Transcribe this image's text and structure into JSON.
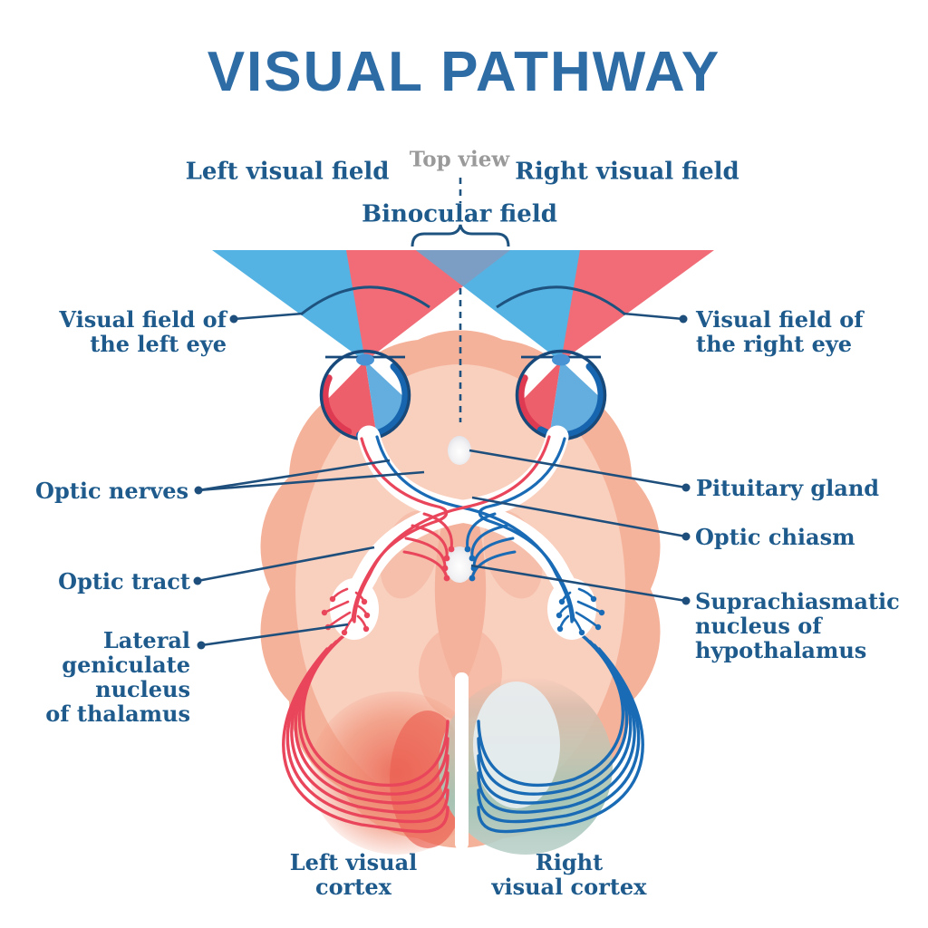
{
  "title": "VISUAL PATHWAY",
  "view_label": "Top view",
  "field_labels": {
    "left": "Left visual field",
    "right": "Right visual field",
    "binocular": "Binocular field"
  },
  "annotations": {
    "visual_field_left_eye": {
      "lines": [
        "Visual field of",
        "the left eye"
      ]
    },
    "visual_field_right_eye": {
      "lines": [
        "Visual field of",
        "the right eye"
      ]
    },
    "optic_nerves": "Optic nerves",
    "pituitary_gland": "Pituitary gland",
    "optic_chiasm": "Optic chiasm",
    "optic_tract": "Optic tract",
    "suprachiasmatic": {
      "lines": [
        "Suprachiasmatic",
        "nucleus of",
        "hypothalamus"
      ]
    },
    "lgn": {
      "lines": [
        "Lateral",
        "geniculate",
        "nucleus",
        "of thalamus"
      ]
    },
    "left_visual_cortex": {
      "lines": [
        "Left visual",
        "cortex"
      ]
    },
    "right_visual_cortex": {
      "lines": [
        "Right",
        "visual cortex"
      ]
    }
  },
  "colors": {
    "title_blue": "#2E6CA6",
    "label_navy": "#1E5B8C",
    "leader_navy": "#1E4F7C",
    "field_blue": "#55B3E3",
    "field_red": "#F16C77",
    "binocular_overlap": "#7C9EC5",
    "fiber_red": "#E9455B",
    "fiber_blue": "#1A6BB5",
    "eye_outline": "#17497B",
    "brain_outer": "#F5B29A",
    "brain_inner": "#F9CFBE",
    "cortex_left_tint": "#ED6C5C",
    "cortex_right_tint": "#A3C6B7",
    "top_view_gray": "#9A9A9A"
  }
}
